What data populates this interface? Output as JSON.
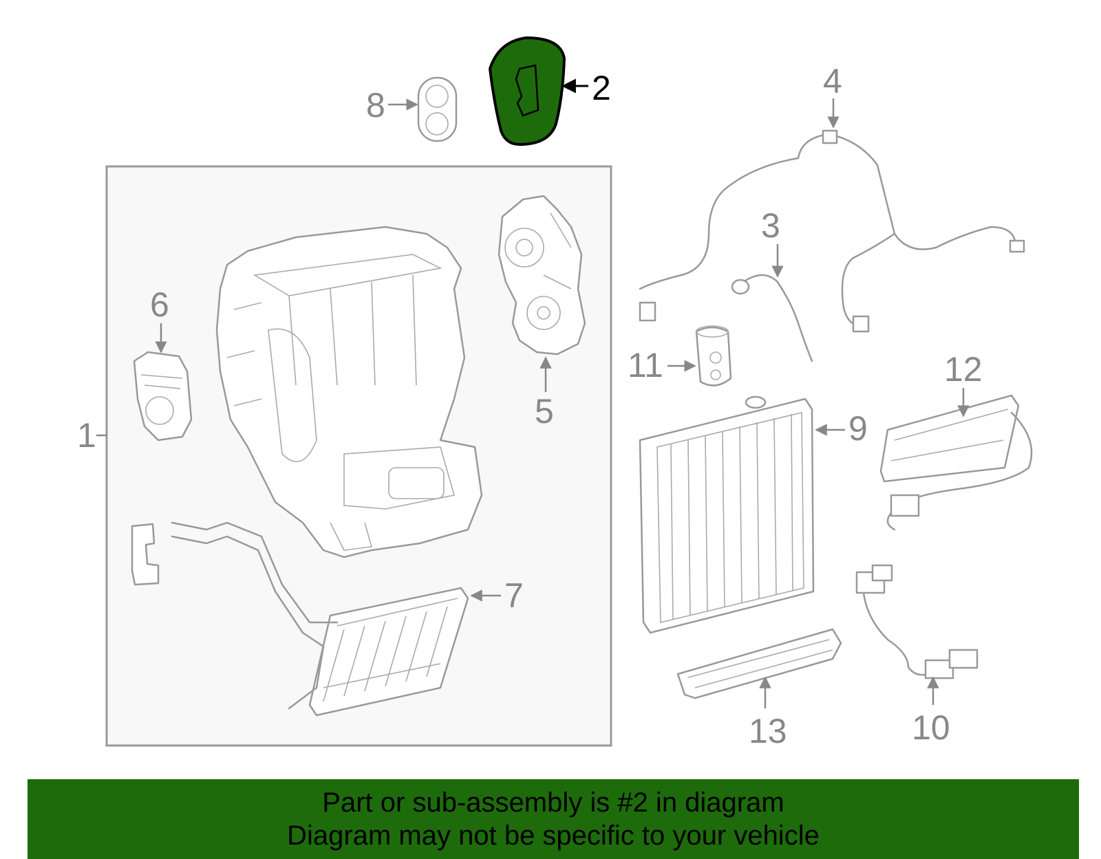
{
  "diagram": {
    "highlight_color": "#1e6b0c",
    "highlighted_part": "2",
    "callouts": {
      "c1": "1",
      "c2": "2",
      "c3": "3",
      "c4": "4",
      "c5": "5",
      "c6": "6",
      "c7": "7",
      "c8": "8",
      "c9": "9",
      "c10": "10",
      "c11": "11",
      "c12": "12",
      "c13": "13"
    }
  },
  "banner": {
    "line1": "Part or sub-assembly is #2 in diagram",
    "line2": "Diagram may not be specific to your vehicle",
    "background": "#1e6b0c"
  }
}
